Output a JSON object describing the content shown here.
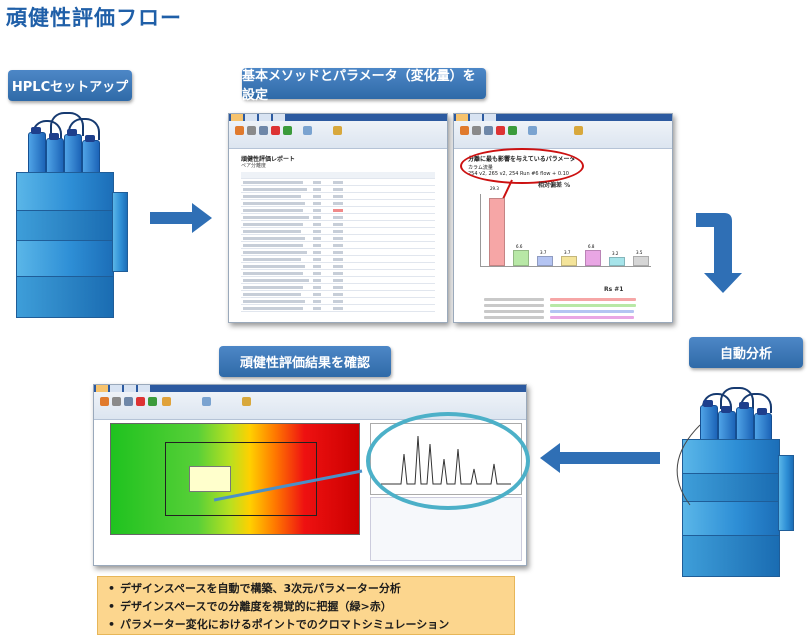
{
  "title": "頑健性評価フロー",
  "steps": {
    "hplc_setup": "HPLCセットアップ",
    "set_method": "基本メソッドとパラメータ（変化量）を設定",
    "auto_analysis": "自動分析",
    "confirm_results": "頑健性評価結果を確認"
  },
  "screenshot_labels": {
    "report_heading": "頑健性評価レポート",
    "report_sub": "ペア分離度",
    "effect_heading": "分離に最も影響を与えているパラメータ",
    "param_line1": "カラム流量",
    "param_line2": "254 v2, 265 v2, 254 Run #6 flow + 0.10",
    "chart_title": "相対偏差 %",
    "rs_label": "Rs #1",
    "bar_values": [
      "29.3",
      "6.6",
      "3.7",
      "3.7",
      "6.8",
      "3.2",
      "3.5"
    ]
  },
  "bullets": [
    "デザインスペースを自動で構築、3次元パラメーター分析",
    "デザインスペースでの分離度を視覚的に把握（緑>赤）",
    "パラメーター変化におけるポイントでのクロマトシミュレーション"
  ],
  "colors": {
    "title": "#1f5fa8",
    "label_bg": "#3a76b6",
    "arrow": "#2f6fb5",
    "notes_bg": "#fcd68e",
    "highlight": "#cc1111"
  }
}
